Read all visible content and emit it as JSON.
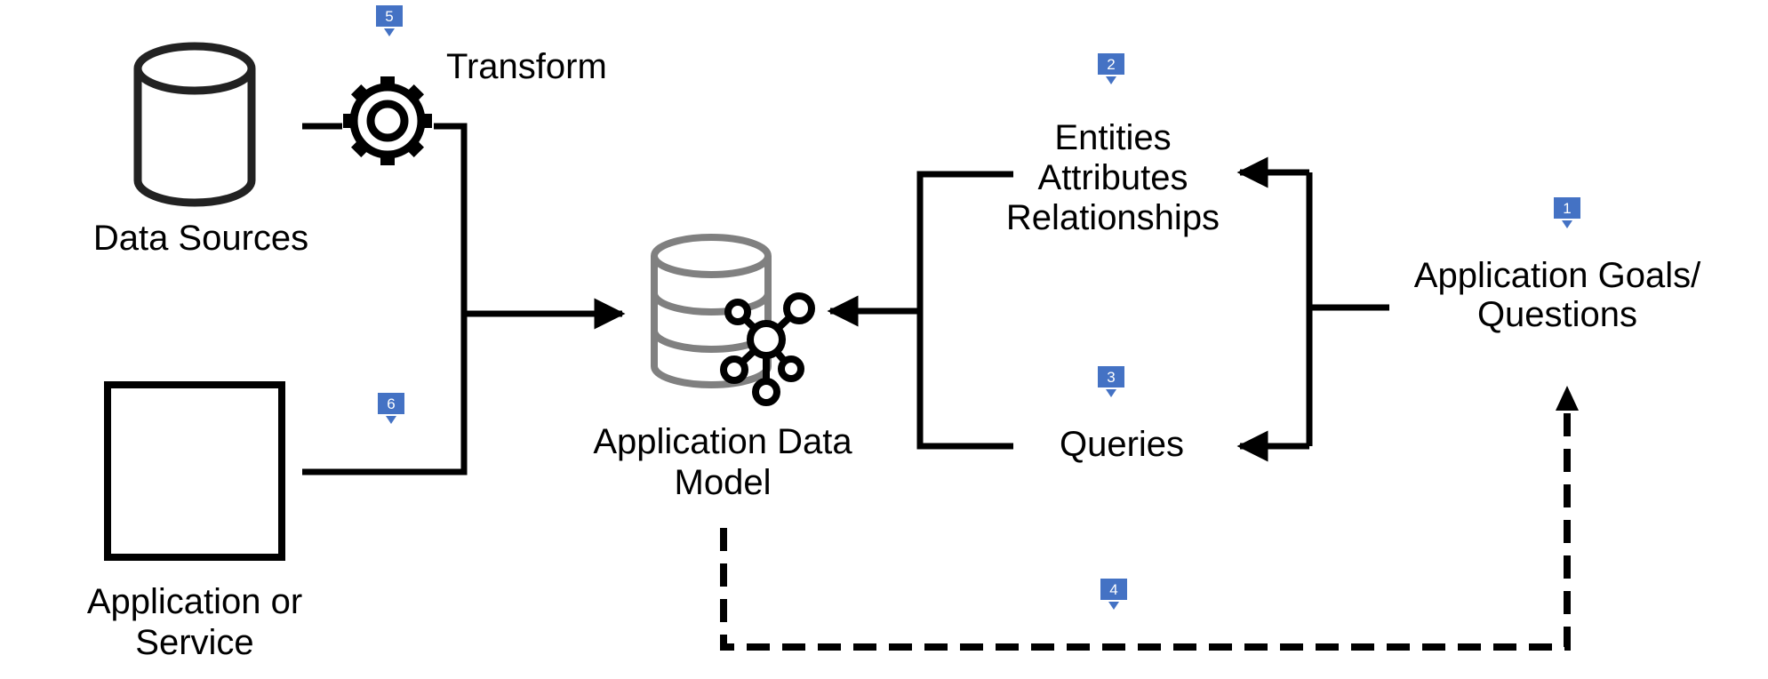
{
  "labels": {
    "data_sources": "Data Sources",
    "transform": "Transform",
    "application_or_service": [
      "Application or",
      "Service"
    ],
    "application_data_model": [
      "Application Data",
      "Model"
    ],
    "entities_block": [
      "Entities",
      "Attributes",
      "Relationships"
    ],
    "queries": "Queries",
    "application_goals": [
      "Application Goals/",
      "Questions"
    ]
  },
  "markers": [
    "1",
    "2",
    "3",
    "4",
    "5",
    "6"
  ],
  "colors": {
    "line": "#000000",
    "marker_fill": "#4472C4",
    "db_gray": "#808080"
  },
  "icons": {
    "data_sources": "database-cylinder-icon",
    "transform": "gear-icon",
    "application_or_service": "square-box-icon",
    "application_data_model": "database-network-icon"
  }
}
